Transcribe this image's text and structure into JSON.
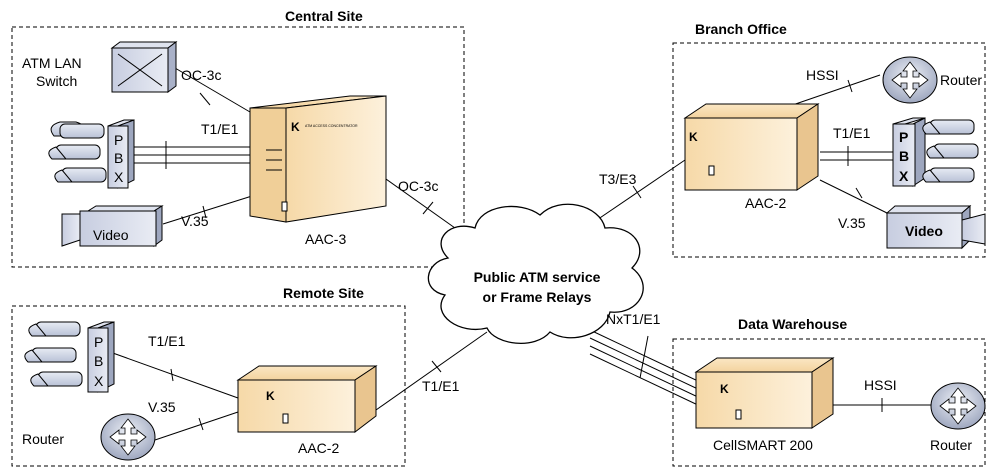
{
  "sites": {
    "central": "Central Site",
    "branch": "Branch Office",
    "remote": "Remote Site",
    "warehouse": "Data Warehouse"
  },
  "cloud": {
    "line1": "Public ATM service",
    "line2": "or Frame Relays"
  },
  "devices": {
    "atm_switch_line1": "ATM LAN",
    "atm_switch_line2": "Switch",
    "video": "Video",
    "video_branch": "Video",
    "router": "Router",
    "pbx_p": "P",
    "pbx_b": "B",
    "pbx_x": "X",
    "aac3": "AAC-3",
    "aac2": "AAC-2",
    "cellsmart": "CellSMART 200",
    "concentrator_text": "ATM ACCESS CONCENTRATOR"
  },
  "links": {
    "oc3c": "OC-3c",
    "t1e1": "T1/E1",
    "v35": "V.35",
    "hssi": "HSSI",
    "t3e3": "T3/E3",
    "nxt1e1": "NxT1/E1"
  }
}
